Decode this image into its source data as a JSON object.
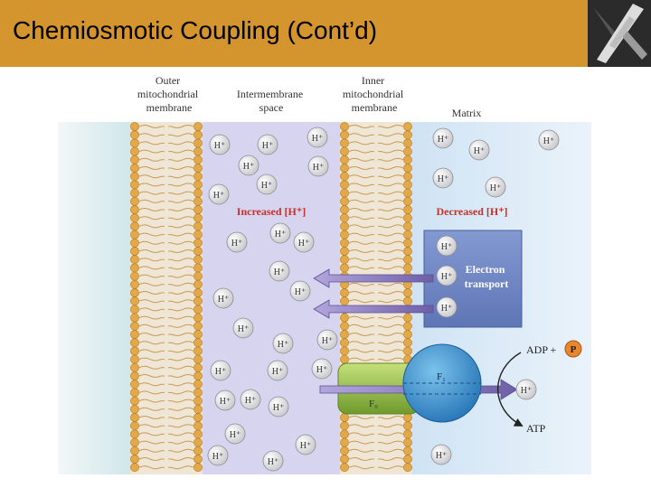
{
  "slide": {
    "title": "Chemiosmotic Coupling (Cont’d)",
    "accent_color": "#d4952f"
  },
  "logo": {
    "icon": "crossed-sticks-logo"
  },
  "diagram": {
    "header_labels": {
      "outer": [
        "Outer",
        "mitochondrial",
        "membrane"
      ],
      "intermembrane": [
        "Intermembrane",
        "space"
      ],
      "inner": [
        "Inner",
        "mitochondrial",
        "membrane"
      ],
      "matrix": "Matrix"
    },
    "increased_label": "Increased [H⁺]",
    "decreased_label": "Decreased [H⁺]",
    "electron_transport": [
      "Electron",
      "transport"
    ],
    "f1_label": "F₁",
    "f0_label": "F₀",
    "adp_label": "ADP +",
    "p_label": "P",
    "atp_label": "ATP",
    "proton_label": "H⁺",
    "colors": {
      "intermembrane_bg": "#d6d4ee",
      "matrix_bg": "#d3e8f6",
      "red_label": "#c4322b",
      "etc_box": "#6f86c6",
      "arrow": "#8f7fbe",
      "f0": "#97bd46",
      "f1": "#2f86c8",
      "phosphate": "#e8872b"
    }
  }
}
